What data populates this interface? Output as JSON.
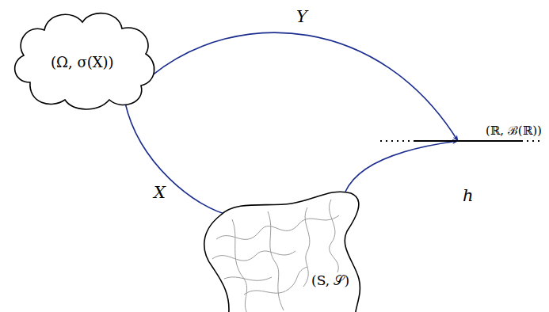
{
  "diagram": {
    "nodes": [
      {
        "text": [
          "(Ω, σ(X))"
        ]
      },
      {
        "text": [
          "(S, 𝒮)"
        ]
      },
      {
        "text": [
          "(ℝ, ℬ(ℝ))"
        ]
      }
    ],
    "edges": [
      {
        "from": 0,
        "to": 2,
        "arrow": "to",
        "label": "Y"
      },
      {
        "from": 0,
        "to": 1,
        "arrow": "to",
        "label": "X"
      },
      {
        "from": 1,
        "to": 2,
        "arrow": "to",
        "label": "h"
      }
    ]
  }
}
